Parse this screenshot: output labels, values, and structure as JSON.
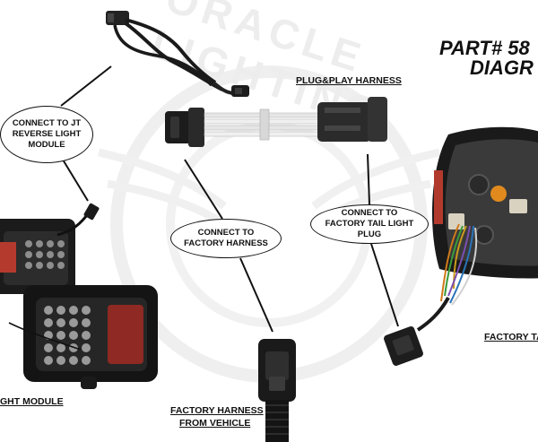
{
  "title": {
    "line1": "PART# 58",
    "line2": "DIAGR"
  },
  "watermark": {
    "text": "ORACLE LIGHTING"
  },
  "callouts": {
    "reverse_module": "CONNECT TO JT REVERSE LIGHT MODULE",
    "factory_harness": "CONNECT TO FACTORY HARNESS",
    "tail_plug": "CONNECT TO FACTORY TAIL LIGHT PLUG"
  },
  "labels": {
    "plug_play": "PLUG&PLAY HARNESS",
    "factory_harness_line1": "FACTORY HARNESS",
    "factory_harness_line2": "FROM VEHICLE",
    "light_module": "GHT MODULE",
    "factory_tail": "FACTORY TA"
  },
  "colors": {
    "line": "#111111",
    "plastic": "#1c1c1c",
    "tail_red": "#c0392b",
    "amber": "#e08a1e",
    "watermark": "#ececec"
  }
}
